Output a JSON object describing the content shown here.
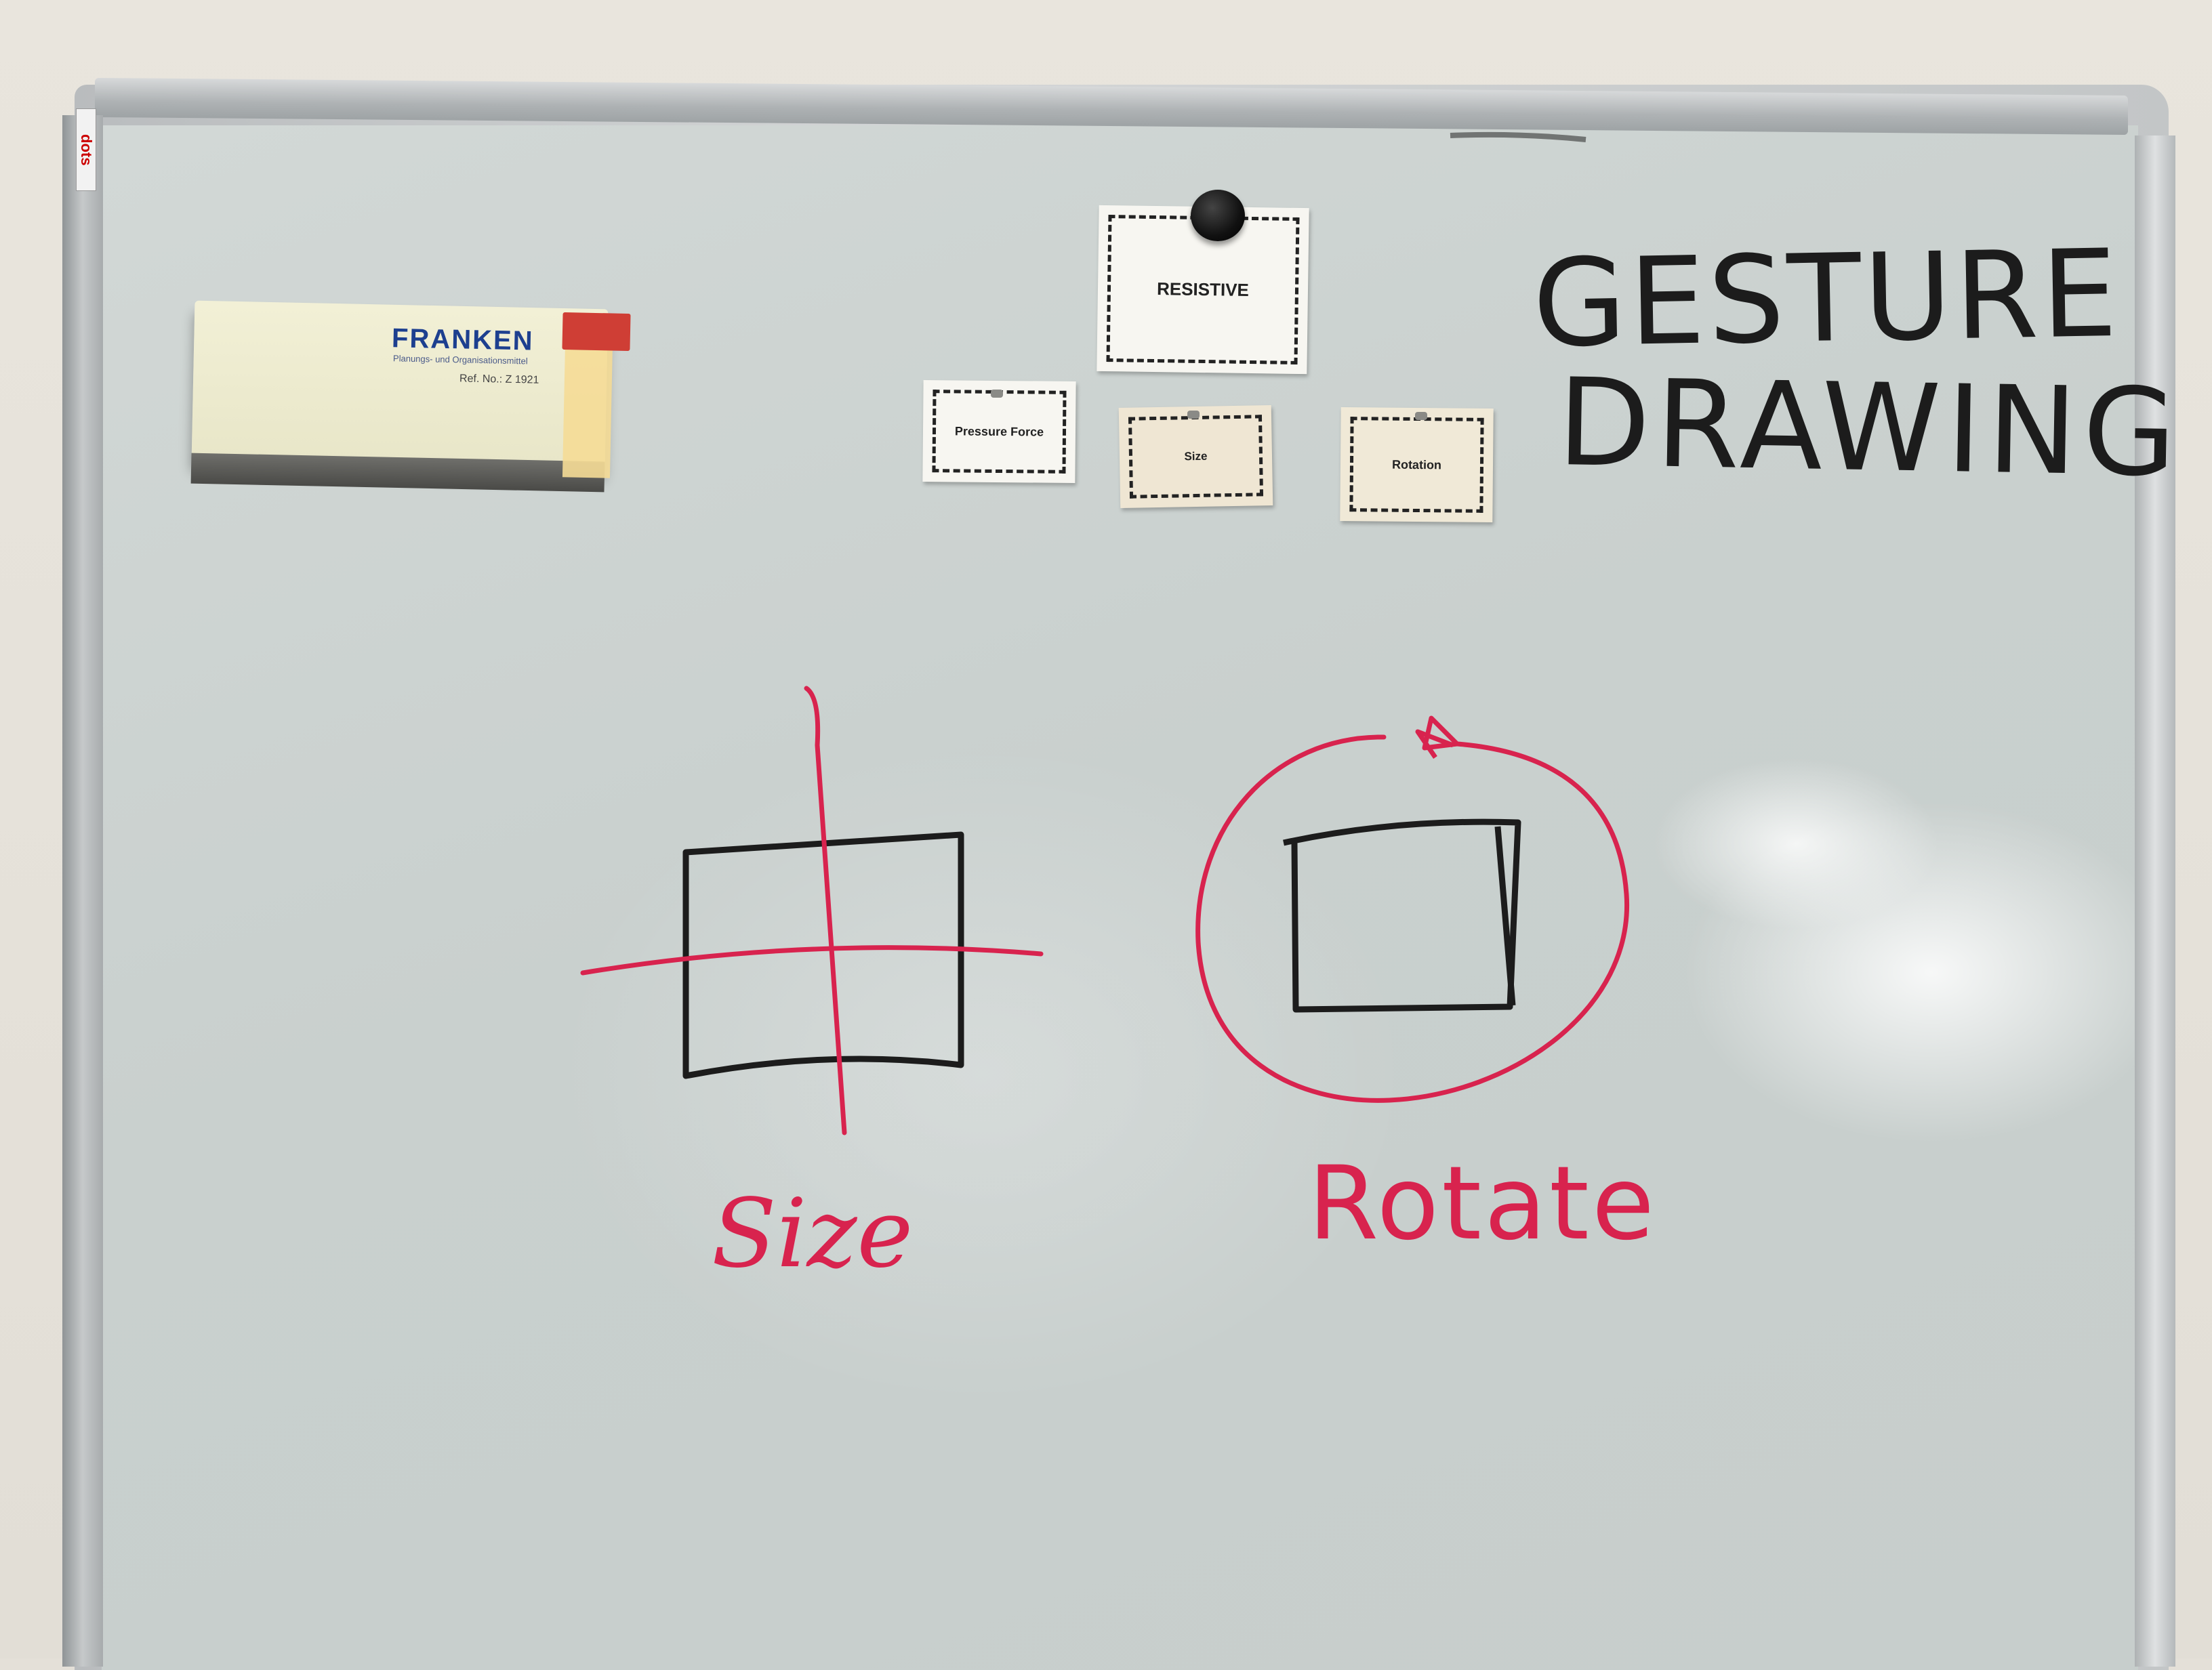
{
  "board": {
    "title_line_1": "GESTURE",
    "title_line_2": "DRAWING",
    "edge_label": "dots"
  },
  "eraser": {
    "brand": "FRANKEN",
    "subtitle": "Planungs- und Organisationsmittel",
    "ref": "Ref. No.: Z 1921"
  },
  "cards": {
    "resistive": "RESISTIVE",
    "pressure": "Pressure Force",
    "size": "Size",
    "rotation": "Rotation"
  },
  "sketches": {
    "left_label": "Size",
    "right_label": "Rotate"
  },
  "colors": {
    "marker_black": "#1c1c1c",
    "marker_red": "#d8234e",
    "board": "#cad1cf",
    "frame": "#b9bcbe"
  }
}
